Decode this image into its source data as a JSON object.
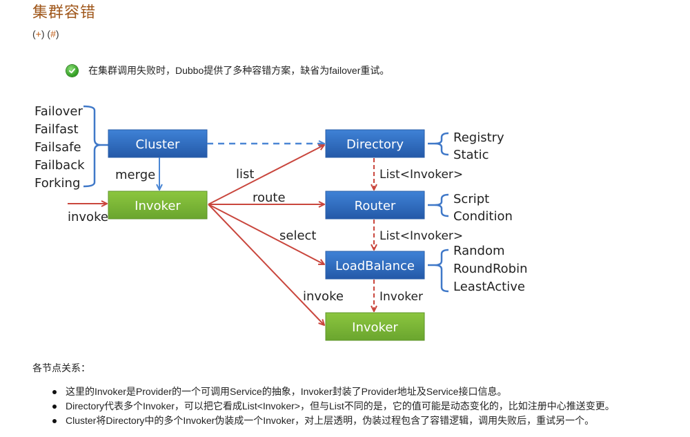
{
  "page": {
    "title": "集群容错",
    "anchors": [
      "(+)",
      "(#)"
    ],
    "anchor_plus": "+",
    "anchor_hash": "#",
    "note": {
      "icon": "check-circle-icon",
      "text": "在集群调用失败时，Dubbo提供了多种容错方案，缺省为failover重试。"
    },
    "relations_label": "各节点关系：",
    "bullets": [
      "这里的Invoker是Provider的一个可调用Service的抽象，Invoker封装了Provider地址及Service接口信息。",
      "Directory代表多个Invoker，可以把它看成List<Invoker>，但与List不同的是，它的值可能是动态变化的，比如注册中心推送变更。",
      "Cluster将Directory中的多个Invoker伪装成一个Invoker，对上层透明，伪装过程包含了容错逻辑，调用失败后，重试另一个。"
    ]
  },
  "diagram": {
    "colors": {
      "blue_box": "#2e6fc4",
      "green_box": "#7cb342",
      "red_arrow": "#c9463d",
      "blue_arrow": "#4a86d4",
      "brace": "#3f78c8"
    },
    "nodes": {
      "cluster": "Cluster",
      "invoker_top": "Invoker",
      "directory": "Directory",
      "router": "Router",
      "loadbalance": "LoadBalance",
      "invoker_bottom": "Invoker"
    },
    "cluster_strategies": [
      "Failover",
      "Failfast",
      "Failsafe",
      "Failback",
      "Forking"
    ],
    "directory_types": [
      "Registry",
      "Static"
    ],
    "router_types": [
      "Script",
      "Condition"
    ],
    "loadbalance_types": [
      "Random",
      "RoundRobin",
      "LeastActive"
    ],
    "edge_labels": {
      "merge": "merge",
      "invoke_in": "invoke",
      "list": "list",
      "route": "route",
      "select": "select",
      "invoke_out": "invoke",
      "dir_to_router": "List<Invoker>",
      "router_to_lb": "List<Invoker>",
      "lb_to_invoker": "Invoker"
    }
  }
}
